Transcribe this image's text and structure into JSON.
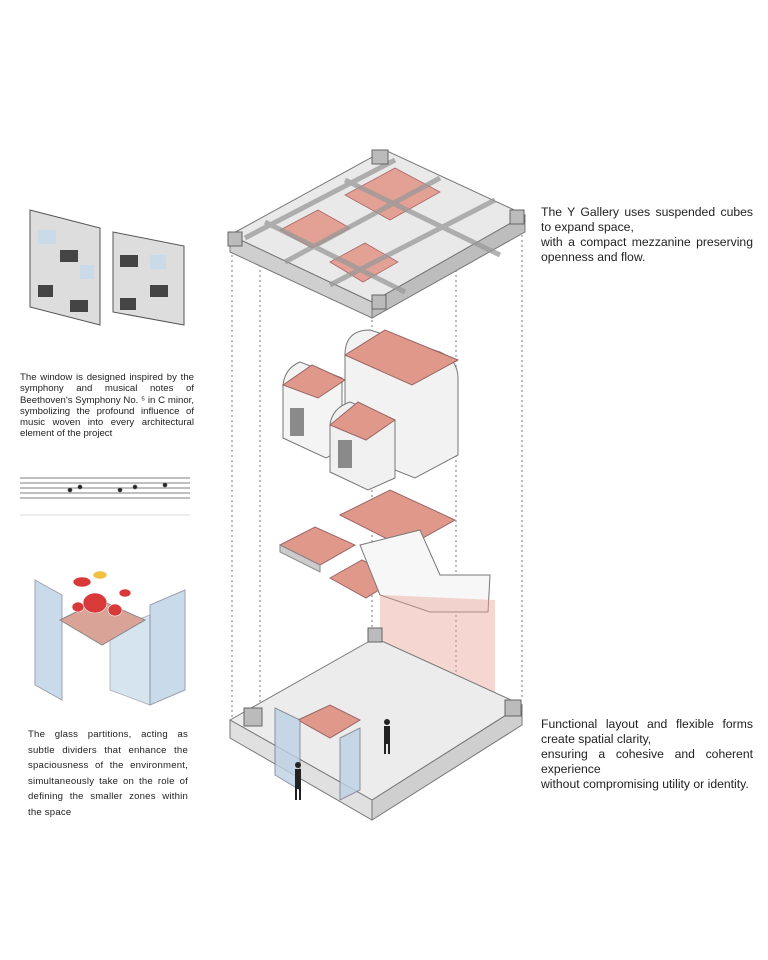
{
  "descriptions": {
    "gallery_top": [
      "The Y Gallery uses suspended cubes to expand space,",
      "with a compact mezzanine preserving openness and flow."
    ],
    "gallery_bottom": [
      "Functional layout and flexible forms create spatial clarity,",
      "ensuring a cohesive and coherent experience",
      "without compromising utility or identity."
    ],
    "window": "The window is designed inspired by the symphony and musical notes of Beethoven's Symphony No. ⁵ in C minor, symbolizing the profound influence of music woven into every architectural element of the project",
    "glass": "The glass partitions, acting as subtle dividers that enhance the spaciousness of the environment, simultaneously take on the role of defining the smaller zones within the space"
  },
  "colors": {
    "accent_salmon": "#e0988a",
    "structure_grey": "#d6d6d6",
    "glass_blue": "#bcd3e6",
    "drum_red": "#d83a3a"
  }
}
